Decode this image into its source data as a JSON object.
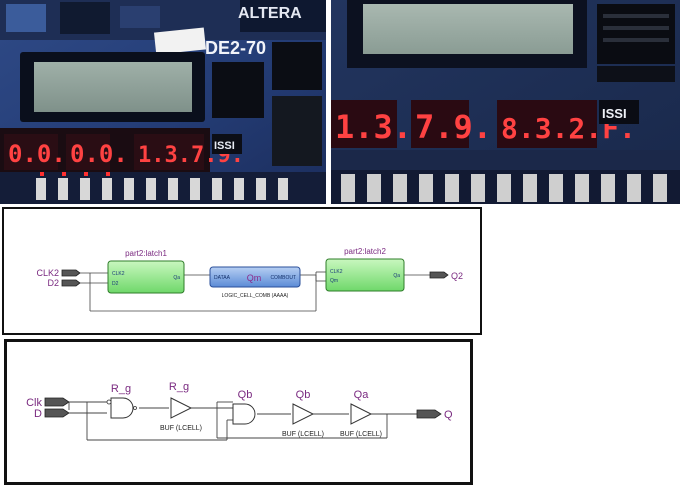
{
  "board_photos": {
    "left": {
      "silk_logo": "ALTERA",
      "board_name": "DE2-70",
      "issi_logo": "ISSI",
      "hex_display": [
        "0.0.",
        "0.0.",
        "1.3.7.9."
      ]
    },
    "right": {
      "issi_logo": "ISSI",
      "hex_display": [
        "1.3.",
        "7.9.",
        "8.3.2.F."
      ]
    }
  },
  "rtl_view": {
    "inputs": [
      "CLK2",
      "D2"
    ],
    "output": "Q2",
    "latch1": {
      "name": "part2:latch1",
      "port_clk": "CLK2",
      "port_d": "D2",
      "port_q": "Qa"
    },
    "lcell": {
      "name": "Qm",
      "port_in": "DATAA",
      "port_out": "COMBOUT",
      "caption": "LOGIC_CELL_COMB (AAAA)"
    },
    "latch2": {
      "name": "part2:latch2",
      "port_clk": "CLK2",
      "port_d": "Qm",
      "port_q": "Qa"
    }
  },
  "technology_view": {
    "inputs": [
      "Clk",
      "D"
    ],
    "output": "Q",
    "gate_labels": [
      "R_g",
      "R_g",
      "Qb",
      "Qb",
      "Qa"
    ],
    "buffer_captions": [
      "BUF (LCELL)",
      "BUF (LCELL)",
      "BUF (LCELL)"
    ]
  }
}
